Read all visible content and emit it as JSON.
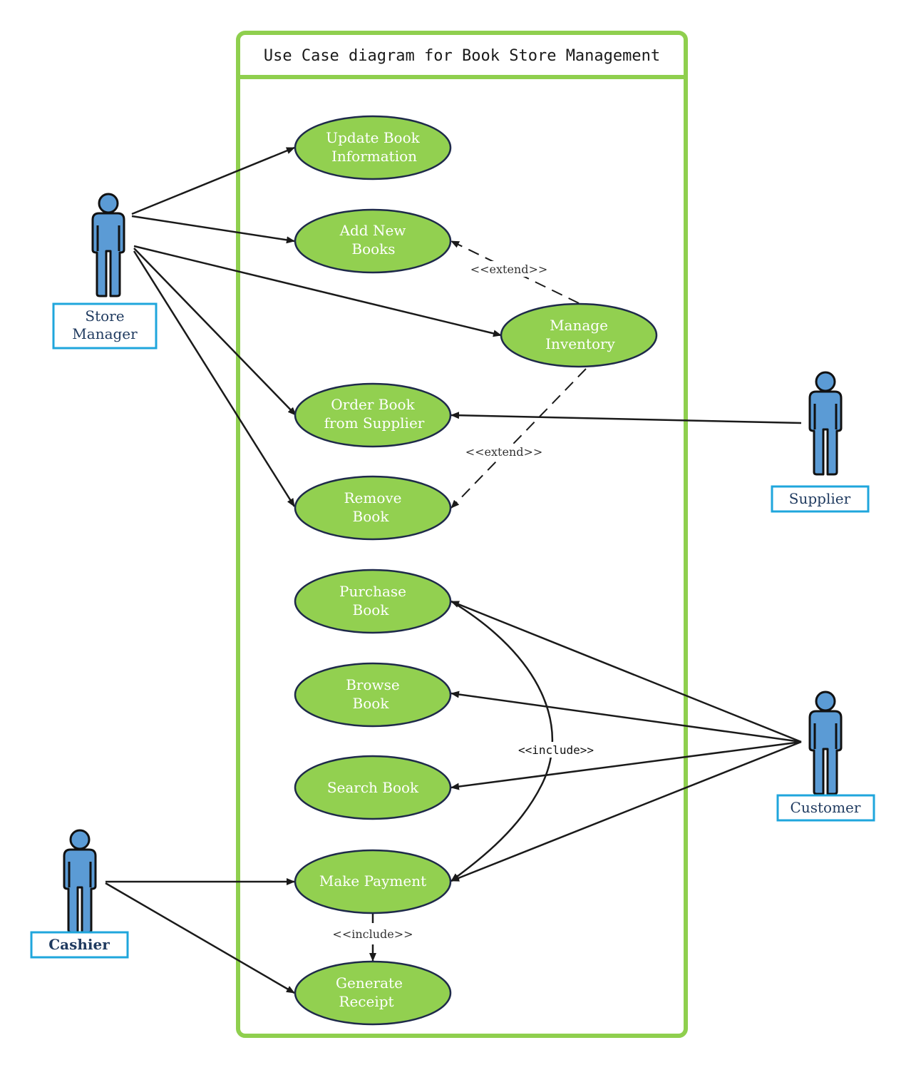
{
  "title": "Use Case diagram for Book Store Management",
  "colors": {
    "boundary": "#8fcf4e",
    "usecase_fill": "#92d050",
    "usecase_stroke": "#1e2a4a",
    "actor_fill": "#5b9bd5",
    "actor_label_border": "#1fa6dc"
  },
  "actors": {
    "store_manager": {
      "line1": "Store",
      "line2": "Manager"
    },
    "supplier": {
      "label": "Supplier"
    },
    "customer": {
      "label": "Customer"
    },
    "cashier": {
      "label": "Cashier"
    }
  },
  "use_cases": {
    "update_book": {
      "line1": "Update Book",
      "line2": "Information"
    },
    "add_new_books": {
      "line1": "Add New",
      "line2": "Books"
    },
    "manage_inventory": {
      "line1": "Manage",
      "line2": "Inventory"
    },
    "order_book": {
      "line1": "Order Book",
      "line2": "from Supplier"
    },
    "remove_book": {
      "line1": "Remove",
      "line2": "Book"
    },
    "purchase_book": {
      "line1": "Purchase",
      "line2": "Book"
    },
    "browse_book": {
      "line1": "Browse",
      "line2": "Book"
    },
    "search_book": {
      "line1": "Search Book"
    },
    "make_payment": {
      "line1": "Make Payment"
    },
    "generate_receipt": {
      "line1": "Generate",
      "line2": "Receipt"
    }
  },
  "relations": {
    "extend_1": "<<extend>>",
    "extend_2": "<<extend>>",
    "include_1": "<<include>>",
    "include_2": "<<include>>"
  }
}
